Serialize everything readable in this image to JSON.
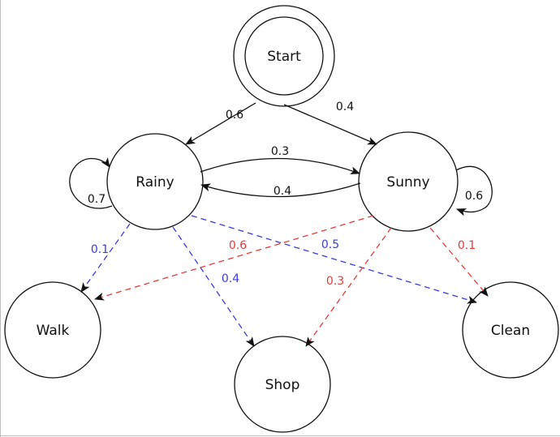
{
  "colors": {
    "transition": "#111111",
    "emission_from_rainy": "#3a3ae6",
    "emission_from_sunny": "#e63a3a"
  },
  "nodes": {
    "start": "Start",
    "rainy": "Rainy",
    "sunny": "Sunny",
    "walk": "Walk",
    "shop": "Shop",
    "clean": "Clean"
  },
  "transitions": {
    "start_rainy": "0.6",
    "start_sunny": "0.4",
    "rainy_sunny": "0.3",
    "sunny_rainy": "0.4",
    "rainy_rainy": "0.7",
    "sunny_sunny": "0.6"
  },
  "emissions": {
    "rainy_walk": "0.1",
    "rainy_shop": "0.4",
    "rainy_clean": "0.5",
    "sunny_walk": "0.6",
    "sunny_shop": "0.3",
    "sunny_clean": "0.1"
  }
}
